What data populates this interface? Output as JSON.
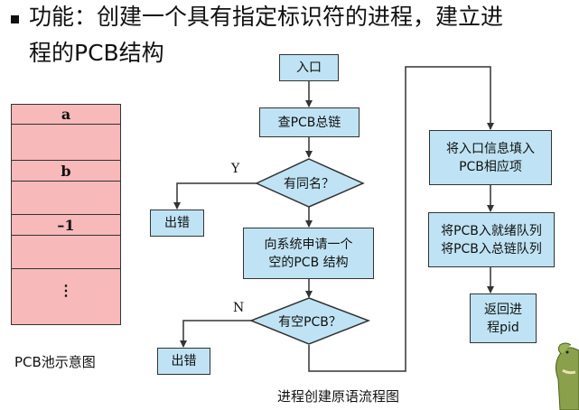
{
  "title": {
    "line1": "功能：创建一个具有指定标识符的进程，建立进",
    "line2": "程的PCB结构"
  },
  "pcb_pool": {
    "labels": [
      "a",
      "b",
      "–1",
      "⋮"
    ],
    "caption": "PCB池示意图"
  },
  "flowchart": {
    "start": "入口",
    "check_chain": "查PCB总链",
    "same_name": "有同名？",
    "error1": "出错",
    "request_line1": "向系统申请一个",
    "request_line2": "空的PCB 结构",
    "free_pcb": "有空PCB？",
    "error2": "出错",
    "fill_line1": "将入口信息填入",
    "fill_line2": "PCB相应项",
    "enqueue_line1": "将PCB入就绪队列",
    "enqueue_line2": "将PCB入总链队列",
    "return_line1": "返回进",
    "return_line2": "程pid",
    "yes_label": "Y",
    "no_label": "N",
    "caption": "进程创建原语流程图"
  },
  "colors": {
    "flow_fill": "#bfe3f4",
    "pool_fill": "#f7b9ba",
    "line": "#333333"
  },
  "icons": {
    "bullet": "square-bullet-icon",
    "mascot": "dinosaur-mascot-icon"
  }
}
